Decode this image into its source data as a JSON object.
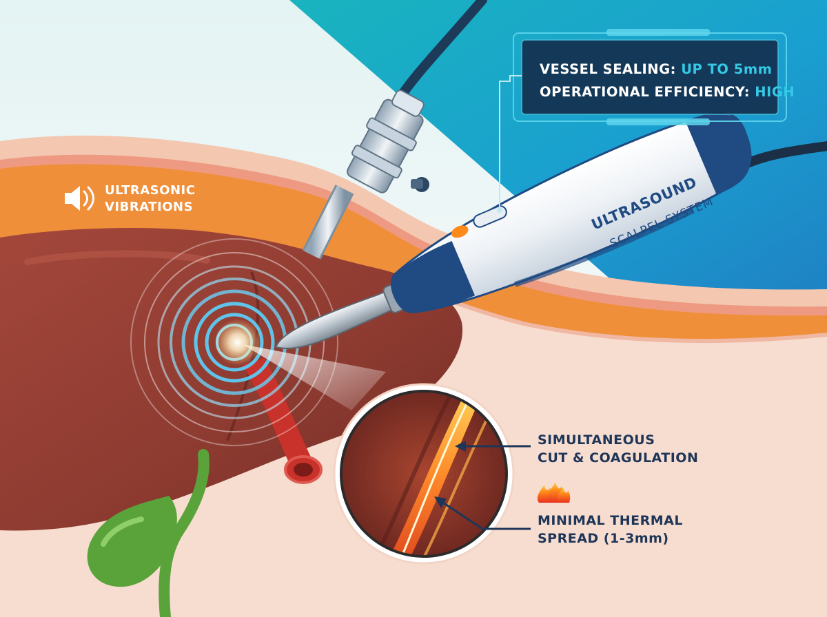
{
  "labels": {
    "vibrations_line1": "ULTRASONIC",
    "vibrations_line2": "VIBRATIONS",
    "hud_sealing_label": "VESSEL SEALING: ",
    "hud_sealing_value": "UP TO 5mm",
    "hud_efficiency_label": "OPERATIONAL EFFICIENCY: ",
    "hud_efficiency_value": "HIGH",
    "brand_main": "ULTRASOUND",
    "brand_sub": "SCALPEL SYSTEM",
    "cut_line1": "SIMULTANEOUS",
    "cut_line2": "CUT & COAGULATION",
    "spread_line1": "MINIMAL THERMAL",
    "spread_line2": "SPREAD (1-3mm)"
  },
  "icons": {
    "speaker": "speaker-icon",
    "flame": "flame-icon"
  },
  "colors": {
    "accent_cyan": "#35c9e6",
    "panel_navy": "#14304f",
    "liver": "#8f3a30",
    "vessel": "#c9322b",
    "gallbladder": "#5aa33a",
    "fat_layer": "#ef8f3a",
    "skin": "#f6dccd",
    "instrument_blue": "#1f4a82",
    "text_navy": "#1e3558"
  }
}
